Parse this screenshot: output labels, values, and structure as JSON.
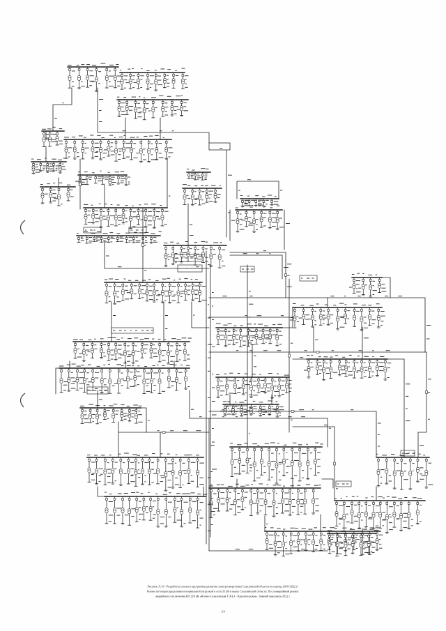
{
  "page": {
    "caption_lines": [
      "Рисунок Л.19 - Разработка схемы и программы развития электроэнергетики Сахалинской области на период 2018-2022 гг",
      "Режим потокораспределения в нормальной загрузкой в сети 35 кВ и выше Сахалинской области. Послеаварийный режим:",
      "аварийного отключения ВЛ 220 кВ «Южно-Сахалинская ТЭЦ-1 - Красногорская». Зимний максимум 2022 г."
    ],
    "page_number": "110"
  }
}
